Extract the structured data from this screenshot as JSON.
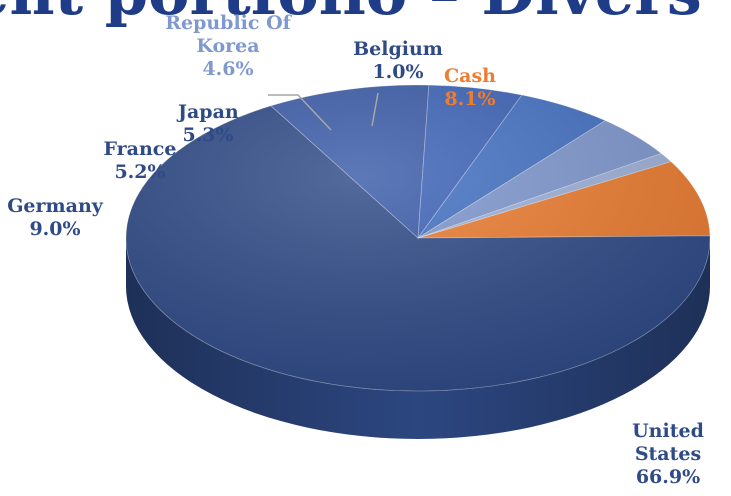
{
  "chart_data": {
    "type": "pie",
    "title": "ent portfolio – Divers",
    "categories": [
      "Cash",
      "United States",
      "Germany",
      "France",
      "Japan",
      "Republic Of Korea",
      "Belgium"
    ],
    "label_lines": [
      [
        "Cash"
      ],
      [
        "United",
        "States"
      ],
      [
        "Germany"
      ],
      [
        "France"
      ],
      [
        "Japan"
      ],
      [
        "Republic Of",
        "Korea"
      ],
      [
        "Belgium"
      ]
    ],
    "values": [
      8.1,
      66.9,
      9.0,
      5.2,
      5.3,
      4.6,
      1.0
    ],
    "value_labels": [
      "8.1%",
      "66.9%",
      "9.0%",
      "5.2%",
      "5.3%",
      "4.6%",
      "1.0%"
    ],
    "colors": [
      "#ED7D31",
      "#2E4A87",
      "#3A5BA8",
      "#3D63B8",
      "#4472C4",
      "#7F98CF",
      "#9FB2DB"
    ],
    "label_colors": [
      "#ED7D31",
      "#2E4A87",
      "#2E4A87",
      "#2E4A87",
      "#2E4A87",
      "#7F98CF",
      "#2E4A87"
    ],
    "legend": "none"
  }
}
